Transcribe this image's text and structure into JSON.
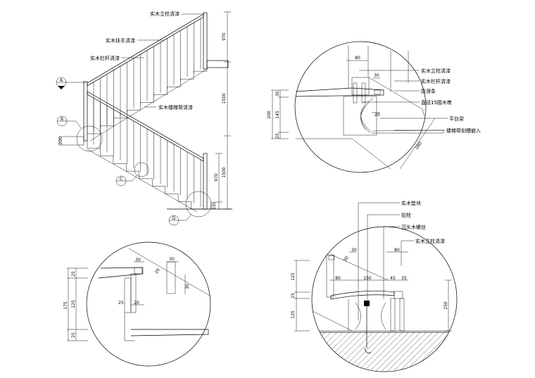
{
  "elevation": {
    "labels": {
      "post": "实木立柱清漆",
      "handrail": "实木扶手清漆",
      "baluster": "实木栏杆清漆",
      "stringer": "实木楼梯帮清漆"
    },
    "callouts": [
      "A",
      "B",
      "C",
      "D"
    ],
    "dims": {
      "upper_rail": "970",
      "landing_height": "1500",
      "lower_flight_height": "1500",
      "lower_rail": "970",
      "base": "150",
      "landing_thick": "200"
    }
  },
  "detail_a": {
    "labels": {
      "post": "实木立柱清漆",
      "baluster": "实木栏杆清漆",
      "anti_slip": "防滑条",
      "dowel": "直径15圆木榫",
      "beam": "平台梁",
      "groove": "楼梯帮刻槽嵌入"
    },
    "dims": {
      "w80": "80",
      "w30": "30",
      "w20": "20",
      "h200": "200",
      "h30": "30",
      "h145": "145",
      "h25": "25",
      "d280": "280"
    }
  },
  "detail_c": {
    "dims": {
      "a30": "30",
      "b30": "30",
      "c20": "20",
      "d30": "30",
      "e25": "25",
      "f20": "20",
      "h175": "175",
      "h25a": "25",
      "h125": "125",
      "h25b": "25"
    }
  },
  "detail_d": {
    "labels": {
      "block": "实木垫块",
      "bolt": "铅栓",
      "screw": "沉头木螺丝",
      "post": "实木立柱清漆"
    },
    "dims": {
      "a30": "30",
      "b30": "30",
      "w80": "80",
      "l80": "80",
      "l150": "150",
      "l45": "45",
      "l35": "35",
      "h125a": "125",
      "h25": "25",
      "h125b": "125",
      "h250": "250"
    }
  }
}
